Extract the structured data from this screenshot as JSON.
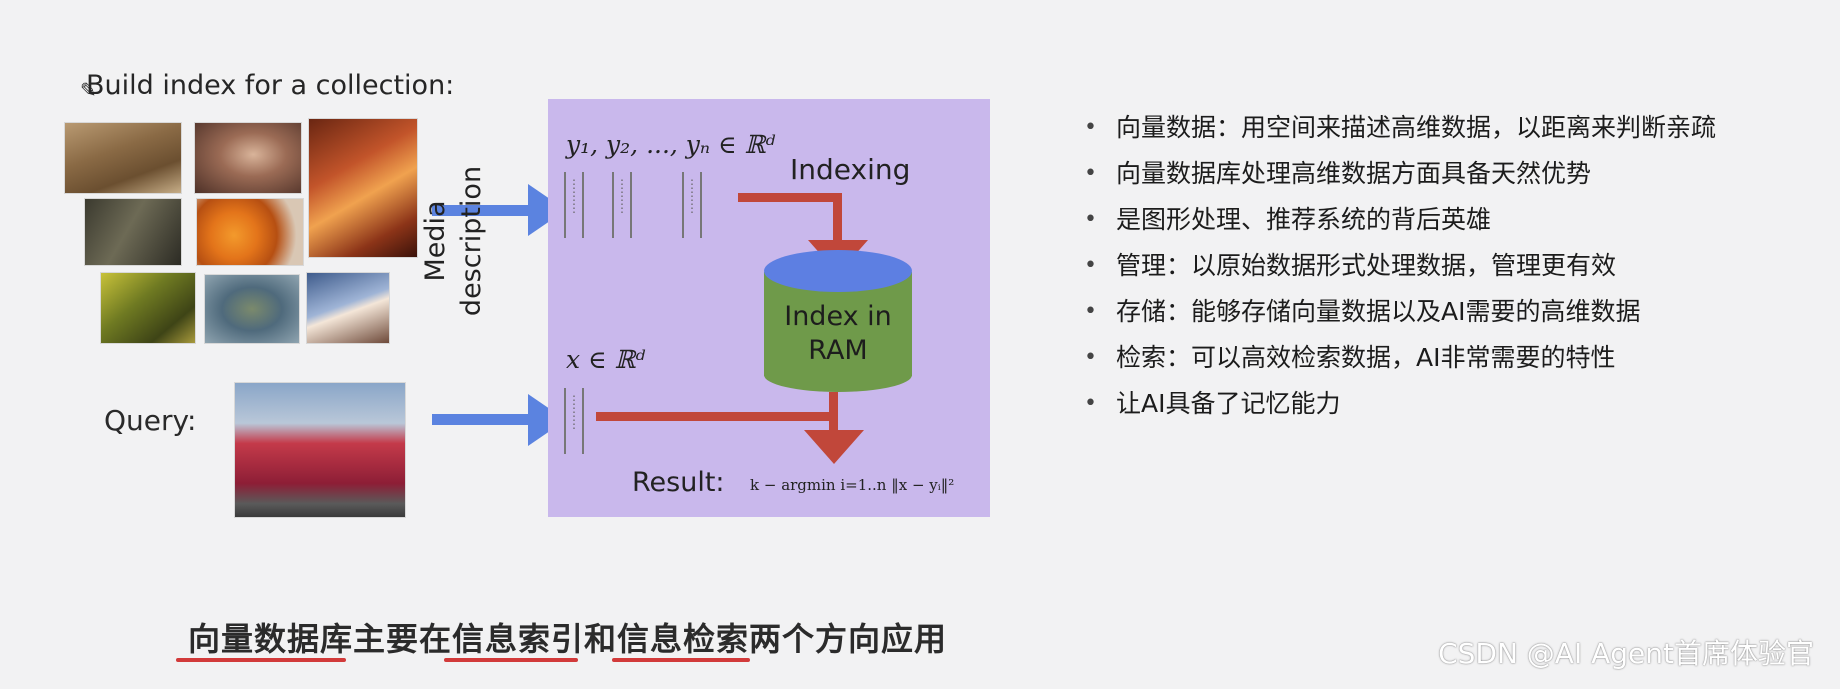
{
  "left": {
    "heading": "Build index for a collection:",
    "query_label": "Query:",
    "media_description": "Media description"
  },
  "panel": {
    "vectors_label": "y₁, y₂, ..., yₙ ∈ ℝᵈ",
    "query_vector_label": "x ∈ ℝᵈ",
    "indexing_label": "Indexing",
    "index_line1": "Index in",
    "index_line2": "RAM",
    "result_label": "Result:",
    "result_formula": "k − argmin i=1..n ‖x − yᵢ‖²"
  },
  "bullets": [
    "向量数据：用空间来描述高维数据，以距离来判断亲疏",
    "向量数据库处理高维数据方面具备天然优势",
    "是图形处理、推荐系统的背后英雄",
    "管理：以原始数据形式处理数据，管理更有效",
    "存储：能够存储向量数据以及AI需要的高维数据",
    "检索：可以高效检索数据，AI非常需要的特性",
    "让AI具备了记忆能力"
  ],
  "caption": "向量数据库主要在信息索引和信息检索两个方向应用",
  "watermark": "CSDN @AI Agent首席体验官",
  "colors": {
    "panel": "#c9b8ec",
    "blue_arrow": "#5b83e0",
    "red_arrow": "#c1473a",
    "cylinder_body": "#6f9a4a",
    "cylinder_top": "#5d7fe2",
    "underline": "#d23a3a"
  }
}
